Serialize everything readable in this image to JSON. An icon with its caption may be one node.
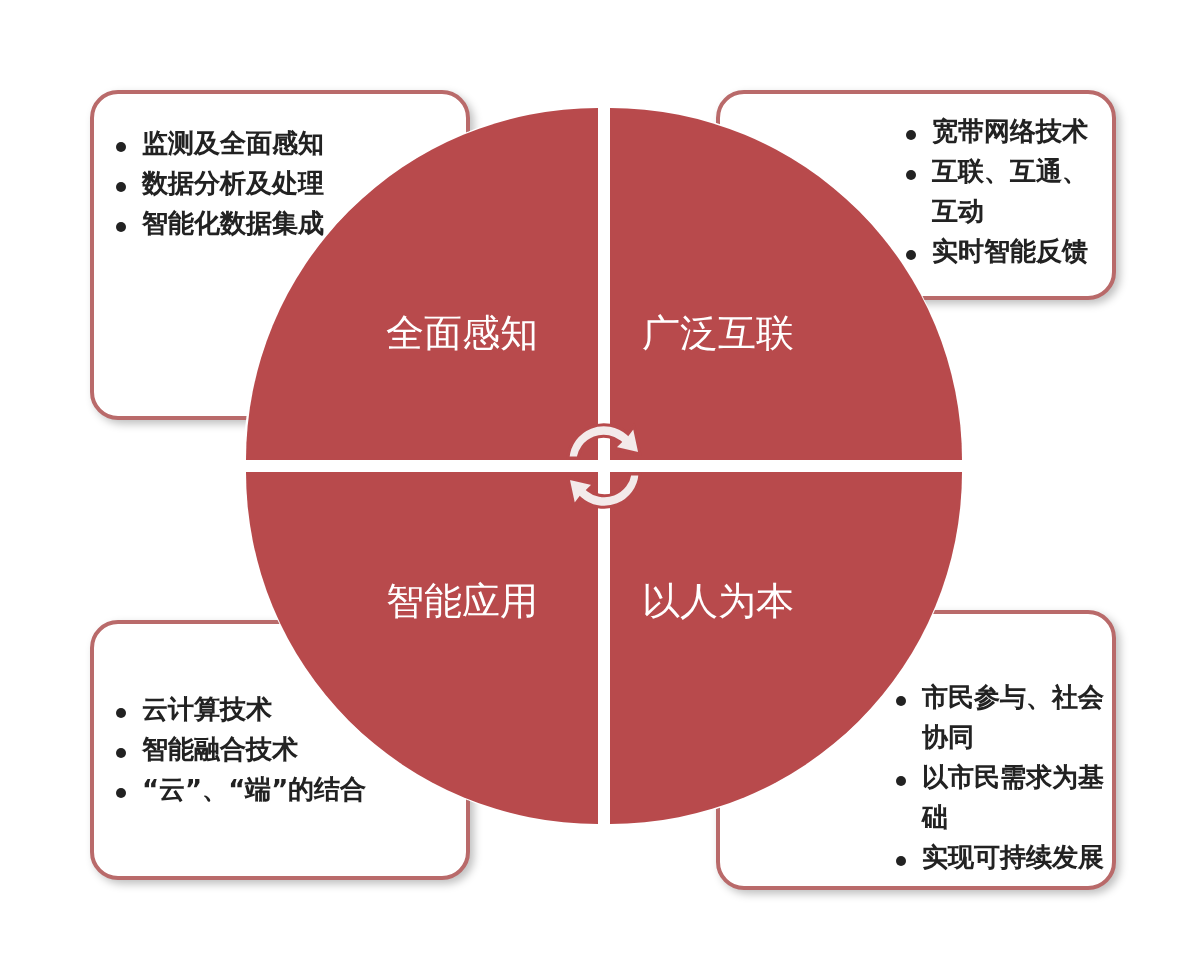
{
  "diagram": {
    "nodes": [
      {
        "text": [
          "监测及全面感知",
          "数据分析及处理",
          "智能化数据集成"
        ]
      },
      {
        "text": [
          "宽带网络技术",
          "互联、互通、互动",
          "实时智能反馈"
        ]
      },
      {
        "text": [
          "云计算技术",
          "智能融合技术",
          "“云”、“端”的结合"
        ]
      },
      {
        "text": [
          "市民参与、社会协同",
          "以市民需求为基础",
          "实现可持续发展"
        ]
      },
      {
        "text": [
          "全面感知"
        ]
      },
      {
        "text": [
          "广泛互联"
        ]
      },
      {
        "text": [
          "智能应用"
        ]
      },
      {
        "text": [
          "以人为本"
        ]
      }
    ]
  }
}
